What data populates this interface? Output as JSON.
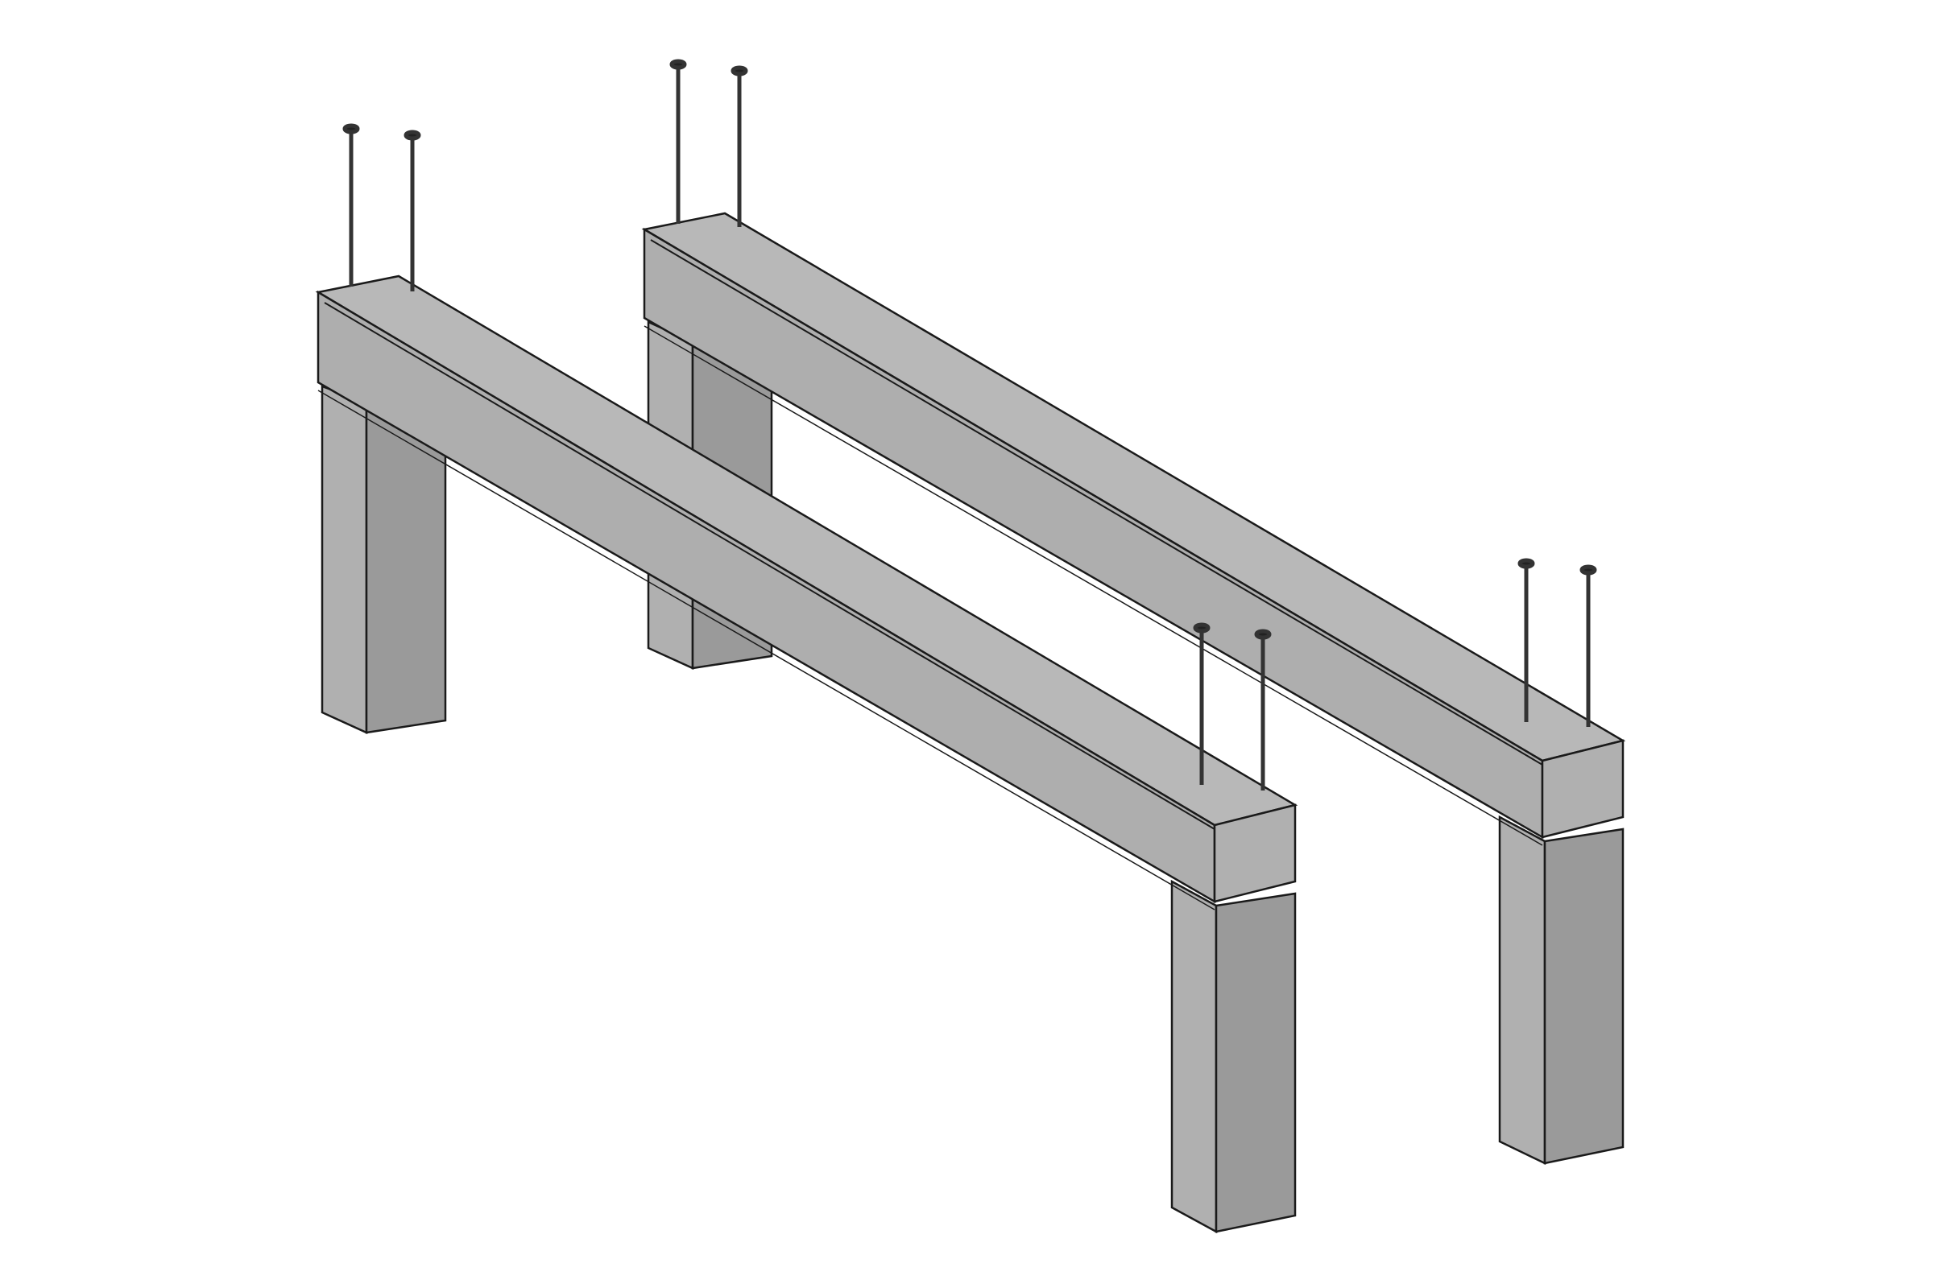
{
  "diagram": {
    "style": "isometric gray line drawing",
    "colors": {
      "background": "#ffffff",
      "face_light": "#b4b4b4",
      "face_mid": "#aaaaaa",
      "face_dark": "#9a9a9a",
      "face_side": "#8f8f8f",
      "outline": "#1a1a1a",
      "nail": "#3a3a3a"
    },
    "components": [
      {
        "id": "front-frame",
        "parts": [
          "top-beam",
          "left-leg",
          "right-leg"
        ],
        "nails": 4
      },
      {
        "id": "back-frame",
        "parts": [
          "top-beam",
          "left-leg",
          "right-leg"
        ],
        "nails": 4
      }
    ]
  }
}
